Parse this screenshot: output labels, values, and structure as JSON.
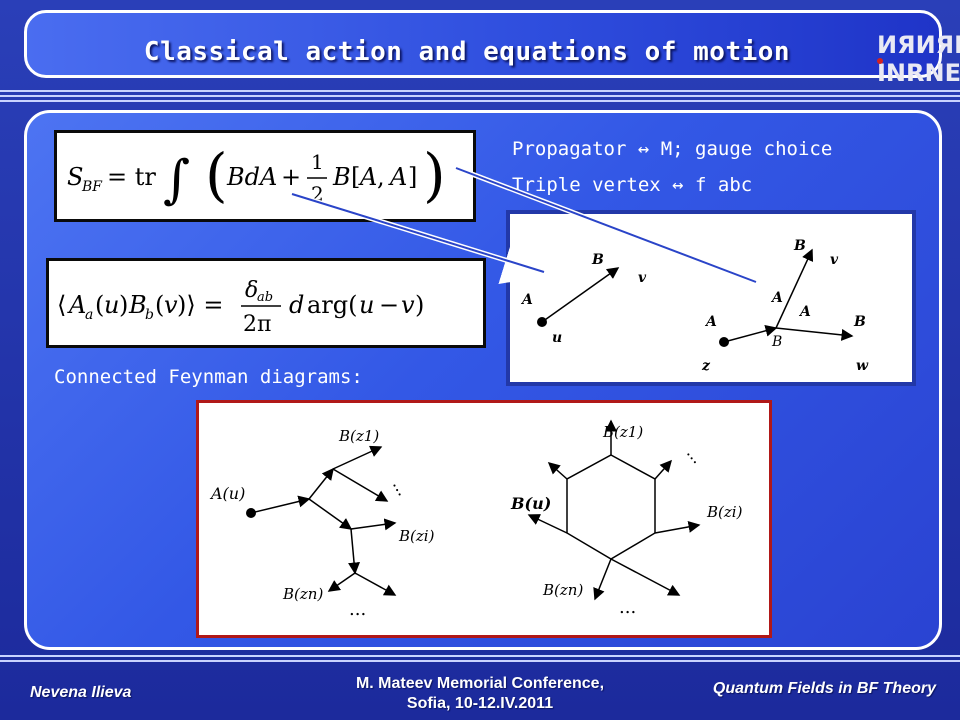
{
  "slide": {
    "title": "Classical action and equations of motion",
    "logo_text_top": "ИЯИЯЕ",
    "logo_text_bottom": "INRNE"
  },
  "equations": {
    "action": "S_BF = tr ∫ ( BdA + ½ B[A, A] )",
    "propagator": "⟨A_a(u) B_b(v)⟩ = δ_ab / 2π · d arg(u − v)"
  },
  "notes": {
    "propagator_line": "Propagator ↔ M; gauge choice",
    "vertex_line": "Triple vertex ↔ f abc",
    "connected_label": "Connected Feynman diagrams:"
  },
  "vertex_diagram": {
    "propagator_labels": [
      "A",
      "B",
      "v",
      "u"
    ],
    "vertex_labels": [
      "B",
      "v",
      "A",
      "A",
      "A",
      "B",
      "B",
      "z",
      "w"
    ]
  },
  "feynman_diagram": {
    "tree_labels": [
      "A(u)",
      "B(z1)",
      "B(zi)",
      "B(zn)",
      "...",
      "..."
    ],
    "loop_labels": [
      "B(u)",
      "B(z1)",
      "B(zi)",
      "B(zn)",
      "...",
      "..."
    ]
  },
  "footer": {
    "author": "Nevena Ilieva",
    "conference_line1": "M. Mateev  Memorial Conference,",
    "conference_line2": "Sofia, 10-12.IV.2011",
    "talk_title": "Quantum  Fields in BF Theory"
  },
  "colors": {
    "background": "#2a3fb8",
    "panel": "#3a5fec",
    "feynman_border": "#b01818",
    "vertex_border": "#2238a8"
  }
}
